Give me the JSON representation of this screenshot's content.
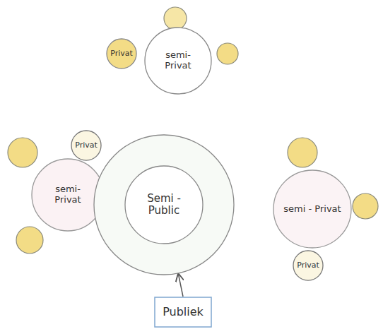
{
  "diagram": {
    "nodes": [
      {
        "text": [
          "semi- Privat"
        ]
      },
      {
        "text": [
          "Privat"
        ]
      },
      {
        "text": [
          "semi- Privat"
        ]
      },
      {
        "text": [
          "Privat"
        ]
      },
      {
        "text": [
          "Semi - Public"
        ]
      },
      {
        "text": [
          "semi - Privat"
        ]
      },
      {
        "text": [
          "Privat"
        ]
      },
      {
        "text": [
          "Publiek"
        ]
      }
    ],
    "edges": [
      {
        "from": 7,
        "to": 4,
        "arrow": "to"
      }
    ]
  }
}
